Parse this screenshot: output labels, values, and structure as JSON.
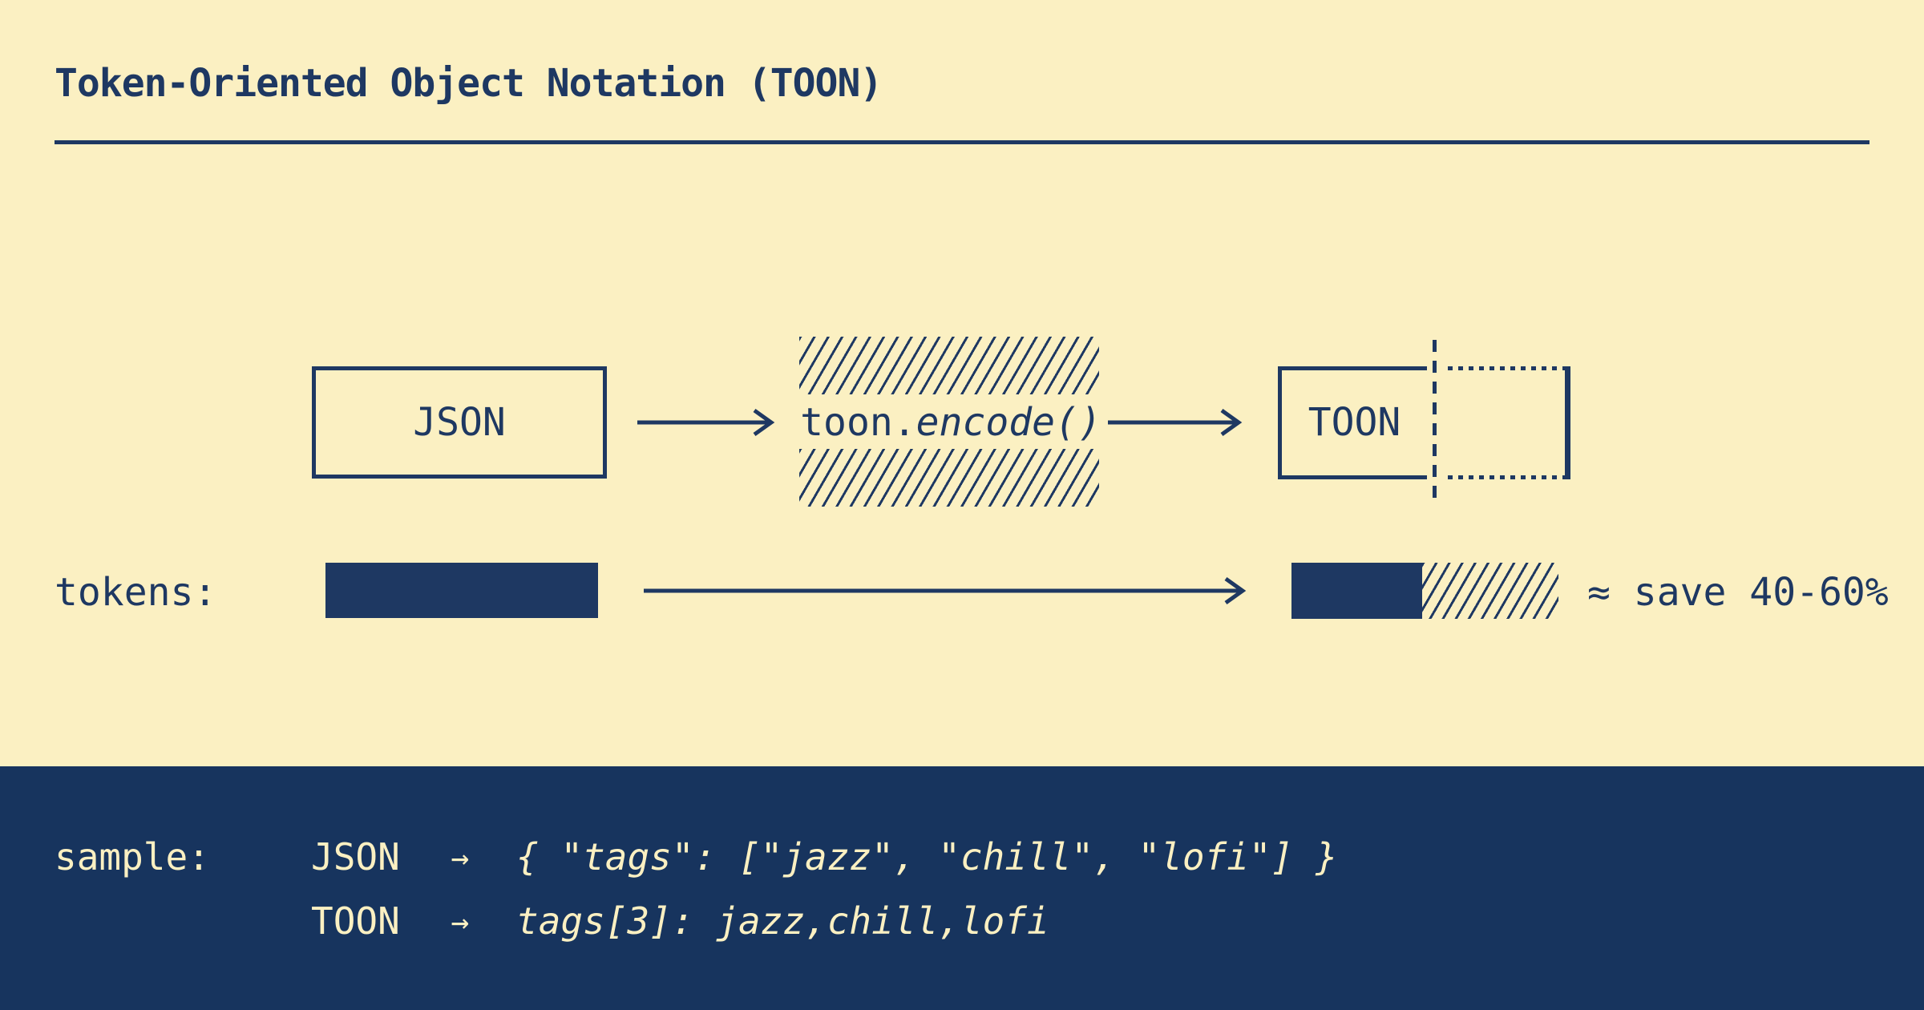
{
  "colors": {
    "background_cream": "#FBF0C2",
    "ink_navy": "#1E3862",
    "band_navy": "#17345E"
  },
  "header": {
    "title": "Token-Oriented Object Notation (TOON)"
  },
  "flow": {
    "input_label": "JSON",
    "encoder_prefix": "toon.",
    "encoder_call": "encode()",
    "output_label": "TOON"
  },
  "tokens_row": {
    "label": "tokens:",
    "savings_note": "≈ save 40-60%"
  },
  "sample": {
    "label": "sample:",
    "rows": [
      {
        "key": "JSON",
        "arrow": "→",
        "code": "{ \"tags\": [\"jazz\", \"chill\", \"lofi\"] }"
      },
      {
        "key": "TOON",
        "arrow": "→",
        "code": "tags[3]: jazz,chill,lofi"
      }
    ]
  }
}
